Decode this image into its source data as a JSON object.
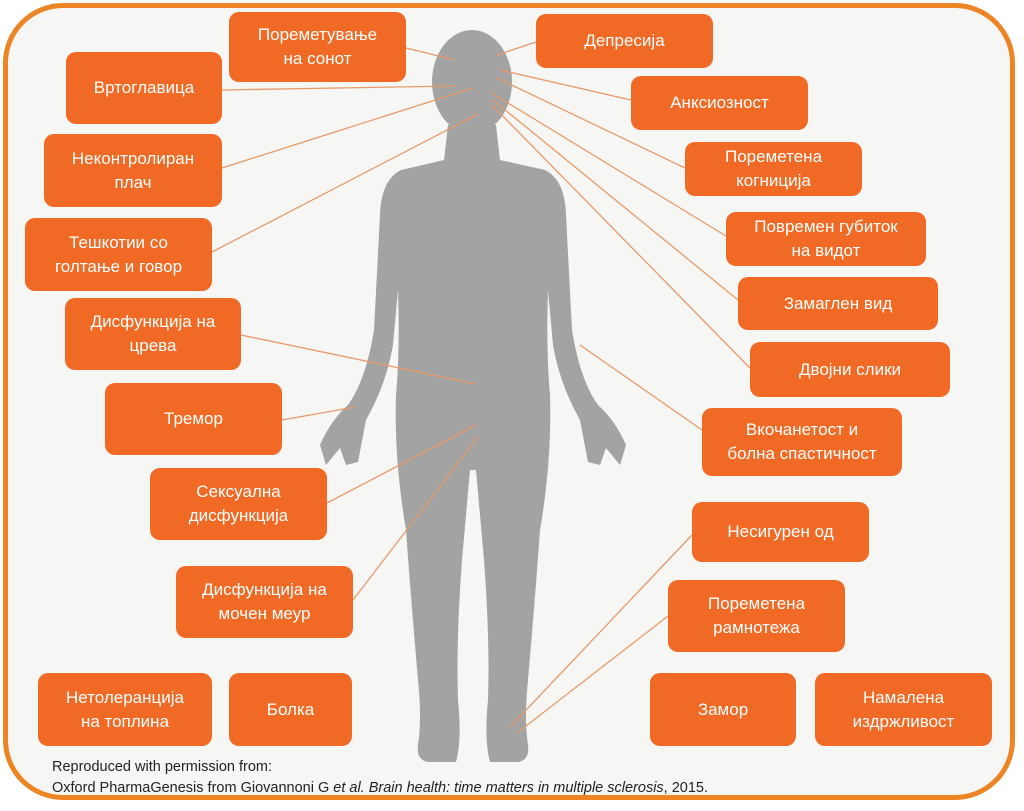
{
  "symptoms_left": [
    {
      "id": "sleep",
      "lines": [
        "Пореметување",
        "на сонот"
      ]
    },
    {
      "id": "vertigo",
      "lines": [
        "Вртоглавица"
      ]
    },
    {
      "id": "crying",
      "lines": [
        "Неконтролиран",
        "плач"
      ]
    },
    {
      "id": "swallow",
      "lines": [
        "Тешкотии со",
        "голтање и говор"
      ]
    },
    {
      "id": "bowel",
      "lines": [
        "Дисфункција на",
        "црева"
      ]
    },
    {
      "id": "tremor",
      "lines": [
        "Тремор"
      ]
    },
    {
      "id": "sexual",
      "lines": [
        "Сексуална",
        "дисфункција"
      ]
    },
    {
      "id": "bladder",
      "lines": [
        "Дисфункција на",
        "мочен меур"
      ]
    },
    {
      "id": "heat",
      "lines": [
        "Нетолеранција",
        "на топлина"
      ]
    },
    {
      "id": "pain",
      "lines": [
        "Болка"
      ]
    }
  ],
  "symptoms_right": [
    {
      "id": "depression",
      "lines": [
        "Депресија"
      ]
    },
    {
      "id": "anxiety",
      "lines": [
        "Анксиозност"
      ]
    },
    {
      "id": "cognition",
      "lines": [
        "Пореметена",
        "когниција"
      ]
    },
    {
      "id": "vision-loss",
      "lines": [
        "Повремен губиток",
        "на видот"
      ]
    },
    {
      "id": "blurred",
      "lines": [
        "Замаглен вид"
      ]
    },
    {
      "id": "double",
      "lines": [
        "Двојни слики"
      ]
    },
    {
      "id": "spasticity",
      "lines": [
        "Вкочанетост и",
        "болна спастичност"
      ]
    },
    {
      "id": "unsteady",
      "lines": [
        "Несигурен од"
      ]
    },
    {
      "id": "balance",
      "lines": [
        "Пореметена",
        "рамнотежа"
      ]
    },
    {
      "id": "fatigue",
      "lines": [
        "Замор"
      ]
    },
    {
      "id": "endurance",
      "lines": [
        "Намалена",
        "издржливост"
      ]
    }
  ],
  "credit": {
    "line1": "Reproduced with permission from:",
    "line2_a": "Oxford PharmaGenesis from Giovannoni G ",
    "line2_b": "et al. Brain health: time matters in multiple sclerosis",
    "line2_c": ", 2015."
  },
  "colors": {
    "box": "#f06a25",
    "frame": "#ee8524",
    "body": "#a3a3a3",
    "line": "#e89a6a"
  }
}
